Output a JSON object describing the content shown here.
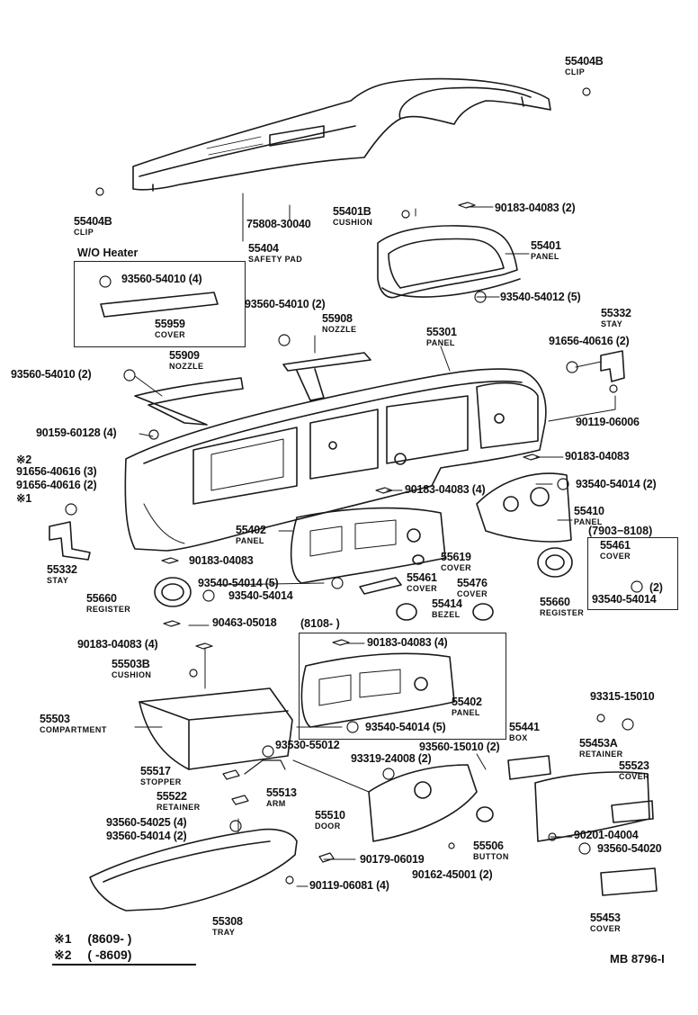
{
  "diagram": {
    "code": "MB 8796-I",
    "legend": [
      {
        "mark": "※1",
        "range": "(8609-        )"
      },
      {
        "mark": "※2",
        "range": "(        -8609)"
      }
    ],
    "boxes": {
      "wo_heater": "W/O Heater",
      "box_8108": "(8108-         )",
      "box_7903": "(7903−8108)"
    },
    "parts": [
      {
        "id": "p1",
        "pn": "55404B",
        "name": "CLIP"
      },
      {
        "id": "p2",
        "pn": "55404B",
        "name": "CLIP"
      },
      {
        "id": "p3",
        "pn": "75808-30040",
        "name": ""
      },
      {
        "id": "p4",
        "pn": "55404",
        "name": "SAFETY PAD"
      },
      {
        "id": "p5",
        "pn": "55401B",
        "name": "CUSHION"
      },
      {
        "id": "p6",
        "pn": "90183-04083 (2)",
        "name": ""
      },
      {
        "id": "p7",
        "pn": "55401",
        "name": "PANEL"
      },
      {
        "id": "p8",
        "pn": "93540-54012 (5)",
        "name": ""
      },
      {
        "id": "p9",
        "pn": "93560-54010 (4)",
        "name": ""
      },
      {
        "id": "p10",
        "pn": "55959",
        "name": "COVER"
      },
      {
        "id": "p11",
        "pn": "93560-54010 (2)",
        "name": ""
      },
      {
        "id": "p12",
        "pn": "55908",
        "name": "NOZZLE"
      },
      {
        "id": "p13",
        "pn": "55301",
        "name": "PANEL"
      },
      {
        "id": "p14",
        "pn": "55332",
        "name": "STAY"
      },
      {
        "id": "p15",
        "pn": "91656-40616 (2)",
        "name": ""
      },
      {
        "id": "p16",
        "pn": "55909",
        "name": "NOZZLE"
      },
      {
        "id": "p17",
        "pn": "93560-54010 (2)",
        "name": ""
      },
      {
        "id": "p18",
        "pn": "90119-06006",
        "name": ""
      },
      {
        "id": "p19",
        "pn": "90159-60128 (4)",
        "name": ""
      },
      {
        "id": "p20",
        "pn": "90183-04083",
        "name": ""
      },
      {
        "id": "p21",
        "pn": "※2",
        "name": ""
      },
      {
        "id": "p22",
        "pn": "91656-40616 (3)",
        "name": ""
      },
      {
        "id": "p23",
        "pn": "91656-40616 (2)",
        "name": ""
      },
      {
        "id": "p24",
        "pn": "※1",
        "name": ""
      },
      {
        "id": "p25",
        "pn": "90183-04083 (4)",
        "name": ""
      },
      {
        "id": "p26",
        "pn": "93540-54014 (2)",
        "name": ""
      },
      {
        "id": "p27",
        "pn": "55410",
        "name": "PANEL"
      },
      {
        "id": "p28",
        "pn": "55402",
        "name": "PANEL"
      },
      {
        "id": "p29",
        "pn": "55332",
        "name": "STAY"
      },
      {
        "id": "p30",
        "pn": "90183-04083",
        "name": ""
      },
      {
        "id": "p31",
        "pn": "55619",
        "name": "COVER"
      },
      {
        "id": "p32",
        "pn": "55461",
        "name": "COVER"
      },
      {
        "id": "p33",
        "pn": "93540-54014 (5)",
        "name": ""
      },
      {
        "id": "p34",
        "pn": "93540-54014",
        "name": ""
      },
      {
        "id": "p35",
        "pn": "55660",
        "name": "REGISTER"
      },
      {
        "id": "p36",
        "pn": "55476",
        "name": "COVER"
      },
      {
        "id": "p37",
        "pn": "55414",
        "name": "BEZEL"
      },
      {
        "id": "p38",
        "pn": "55660",
        "name": "REGISTER"
      },
      {
        "id": "p39",
        "pn": "55461",
        "name": "COVER"
      },
      {
        "id": "p40",
        "pn": "(2)",
        "name": ""
      },
      {
        "id": "p41",
        "pn": "93540-54014",
        "name": ""
      },
      {
        "id": "p42",
        "pn": "90463-05018",
        "name": ""
      },
      {
        "id": "p43",
        "pn": "90183-04083 (4)",
        "name": ""
      },
      {
        "id": "p44",
        "pn": "90183-04083 (4)",
        "name": ""
      },
      {
        "id": "p45",
        "pn": "55503B",
        "name": "CUSHION"
      },
      {
        "id": "p46",
        "pn": "55402",
        "name": "PANEL"
      },
      {
        "id": "p47",
        "pn": "93540-54014 (5)",
        "name": ""
      },
      {
        "id": "p48",
        "pn": "93315-15010",
        "name": ""
      },
      {
        "id": "p49",
        "pn": "55503",
        "name": "COMPARTMENT"
      },
      {
        "id": "p50",
        "pn": "55441",
        "name": "BOX"
      },
      {
        "id": "p51",
        "pn": "93560-15010 (2)",
        "name": ""
      },
      {
        "id": "p52",
        "pn": "55453A",
        "name": "RETAINER"
      },
      {
        "id": "p53",
        "pn": "93530-55012",
        "name": ""
      },
      {
        "id": "p54",
        "pn": "93319-24008 (2)",
        "name": ""
      },
      {
        "id": "p55",
        "pn": "55523",
        "name": "COVER"
      },
      {
        "id": "p56",
        "pn": "55517",
        "name": "STOPPER"
      },
      {
        "id": "p57",
        "pn": "55513",
        "name": "ARM"
      },
      {
        "id": "p58",
        "pn": "55522",
        "name": "RETAINER"
      },
      {
        "id": "p59",
        "pn": "55510",
        "name": "DOOR"
      },
      {
        "id": "p60",
        "pn": "90201-04004",
        "name": ""
      },
      {
        "id": "p61",
        "pn": "93560-54020",
        "name": ""
      },
      {
        "id": "p62",
        "pn": "93560-54025 (4)",
        "name": ""
      },
      {
        "id": "p63",
        "pn": "93560-54014 (2)",
        "name": ""
      },
      {
        "id": "p64",
        "pn": "55506",
        "name": "BUTTON"
      },
      {
        "id": "p65",
        "pn": "90179-06019",
        "name": ""
      },
      {
        "id": "p66",
        "pn": "90162-45001 (2)",
        "name": ""
      },
      {
        "id": "p67",
        "pn": "90119-06081 (4)",
        "name": ""
      },
      {
        "id": "p68",
        "pn": "55308",
        "name": "TRAY"
      },
      {
        "id": "p69",
        "pn": "55453",
        "name": "COVER"
      }
    ]
  }
}
